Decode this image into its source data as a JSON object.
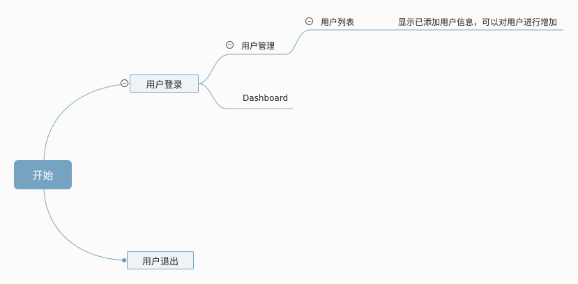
{
  "mindmap": {
    "root": {
      "label": "开始"
    },
    "branches": [
      {
        "label": "用户登录",
        "children": [
          {
            "label": "用户管理",
            "children": [
              {
                "label": "用户列表",
                "note": "显示已添加用户信息，可以对用户进行增加"
              }
            ]
          },
          {
            "label": "Dashboard"
          }
        ]
      },
      {
        "label": "用户退出"
      }
    ]
  },
  "colors": {
    "root_fill": "#76a3c1",
    "line": "#7ea6c1",
    "node_fill": "#eef3f8",
    "background": "#fbfbfb"
  }
}
